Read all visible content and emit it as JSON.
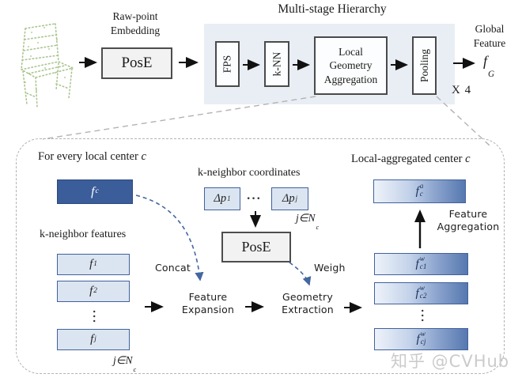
{
  "colors": {
    "dark_blue_box": "#3b5d99",
    "light_blue_fill": "#dbe5f1",
    "blue_border": "#41619c",
    "gradient_from": "#eef3fa",
    "gradient_to": "#5678b0",
    "stage_region_bg": "#e9eef5",
    "point_cloud_green": "#a6c289",
    "arrow_black": "#111111",
    "dashed_blue_arrow": "#44679f",
    "dashed_gray": "#b3b3b3",
    "watermark_gray": "#cbcbcb"
  },
  "top": {
    "embedding_label": [
      "Raw-point",
      "Embedding"
    ],
    "pose": "PosE",
    "hierarchy_title": "Multi-stage Hierarchy",
    "fps": "FPS",
    "knn": "k-NN",
    "lga": [
      "Local",
      "Geometry",
      "Aggregation"
    ],
    "pooling": "Pooling",
    "global_feature": [
      "Global",
      "Feature"
    ],
    "fG": {
      "base": "f",
      "sub": "G",
      "sup": ""
    },
    "repeat": "X 4"
  },
  "detail": {
    "left": {
      "title": {
        "text": "For every local center ",
        "var": "c"
      },
      "fc": {
        "base": "f",
        "sub": "c",
        "sup": ""
      },
      "features_label": "k-neighbor features",
      "f1": {
        "base": "f",
        "sub": "1",
        "sup": ""
      },
      "f2": {
        "base": "f",
        "sub": "2",
        "sup": ""
      },
      "dots": "···",
      "fj": {
        "base": "f",
        "sub": "j",
        "sup": ""
      },
      "membership": {
        "base": "j∈N",
        "sub": "c",
        "sup": ""
      }
    },
    "middle": {
      "coords_label": "k-neighbor coordinates",
      "dp1": {
        "base": "Δp",
        "sub": "1",
        "sup": ""
      },
      "dots": "···",
      "dpj": {
        "base": "Δp",
        "sub": "j",
        "sup": ""
      },
      "membership": {
        "base": "j∈N",
        "sub": "c",
        "sup": ""
      },
      "pose": "PosE",
      "concat": "Concat",
      "weigh": "Weigh",
      "feature_expansion": [
        "Feature",
        "Expansion"
      ],
      "geometry_extraction": [
        "Geometry",
        "Extraction"
      ]
    },
    "right": {
      "title": {
        "text": "Local-aggregated center ",
        "var": "c"
      },
      "fca": {
        "base": "f",
        "sub": "c",
        "sup": "a"
      },
      "feature_aggregation": [
        "Feature",
        "Aggregation"
      ],
      "fc1": {
        "base": "f",
        "sub": "c1",
        "sup": "w"
      },
      "fc2": {
        "base": "f",
        "sub": "c2",
        "sup": "w"
      },
      "dots": "···",
      "fcj": {
        "base": "f",
        "sub": "cj",
        "sup": "w"
      }
    }
  },
  "watermark": "知乎 @CVHub"
}
